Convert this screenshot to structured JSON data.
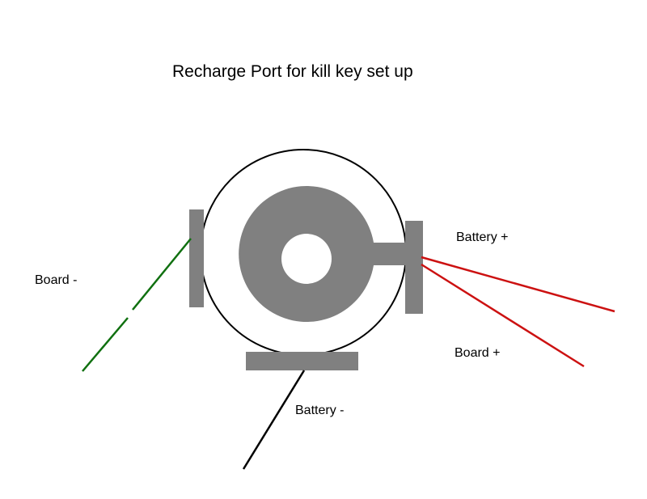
{
  "title": "Recharge Port for kill key set up",
  "labels": {
    "board_negative": "Board -",
    "battery_positive": "Battery +",
    "board_positive": "Board +",
    "battery_negative": "Battery -"
  },
  "colors": {
    "background": "#ffffff",
    "port_body": "#808080",
    "port_outline": "#000000",
    "wire_board_negative": "#107010",
    "wire_battery_positive": "#cc1111",
    "wire_board_positive": "#cc1111",
    "wire_battery_negative": "#000000"
  }
}
